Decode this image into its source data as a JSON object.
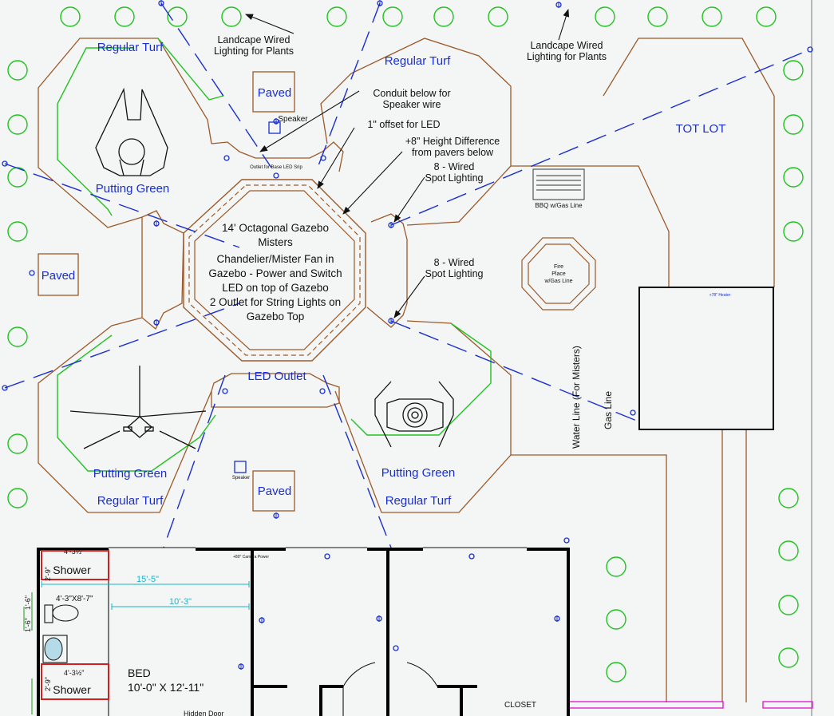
{
  "labels": {
    "regular_turf": "Regular Turf",
    "putting_green": "Putting Green",
    "paved": "Paved",
    "speaker": "Speaker",
    "tot_lot": "TOT LOT",
    "led_outlet": "LED Outlet",
    "outlet_led_strip": "Outlet for Base LED Srip",
    "water_line": "Water Line (For Misters)",
    "gas_line": "Gas Line",
    "bbq": "BBQ w/Gas Line",
    "fire_1": "Fire",
    "fire_2": "Place",
    "fire_3": "w/Gas Line",
    "heater": "+78\" Heater",
    "camera": "+80\" Camera Power",
    "closet": "CLOSET",
    "shower": "Shower",
    "bed_1": "BED",
    "bed_2": "10'-0\" X 12'-11\"",
    "hidden_door": "Hidden Door",
    "dim_15_5": "15'-5\"",
    "dim_10_3": "10'-3\"",
    "dim_bath": "4'-3\"X8'-7\"",
    "dim_4_3a": "4'-3½\"",
    "dim_4_3b": "4'-3½\"",
    "dim_2_9a": "2'-9\"",
    "dim_2_9b": "2'-9\"",
    "dim_1_6a": "1'-6\"",
    "dim_1_6b": "1'-6\""
  },
  "gazebo": {
    "line1": "14' Octagonal Gazebo",
    "line2": "Misters",
    "line3": "Chandelier/Mister Fan in",
    "line4": "Gazebo - Power and Switch",
    "line5": "LED on top of Gazebo",
    "line6": "2 Outlet for String Lights on",
    "line7": "Gazebo Top"
  },
  "callouts": {
    "landscape_l1": "Landcape Wired",
    "landscape_l2": "Lighting for Plants",
    "landscape_r1": "Landcape Wired",
    "landscape_r2": "Lighting for Plants",
    "conduit_1": "Conduit below for",
    "conduit_2": "Speaker wire",
    "offset": "1\" offset for LED",
    "height_1": "+8\" Height Difference",
    "height_2": "from pavers below",
    "spot_a1": "8 - Wired",
    "spot_a2": "Spot Lighting",
    "spot_b1": "8 - Wired",
    "spot_b2": "Spot Lighting"
  },
  "colors": {
    "background": "#f4f5f5",
    "turf_outline": "#9b5a2a",
    "putting_green": "#22c322",
    "wiring": "#1a2fd0",
    "dimension": "#1ab5c8",
    "wall": "#000000",
    "gas": "#e020d0",
    "clearance": "#d02020"
  }
}
